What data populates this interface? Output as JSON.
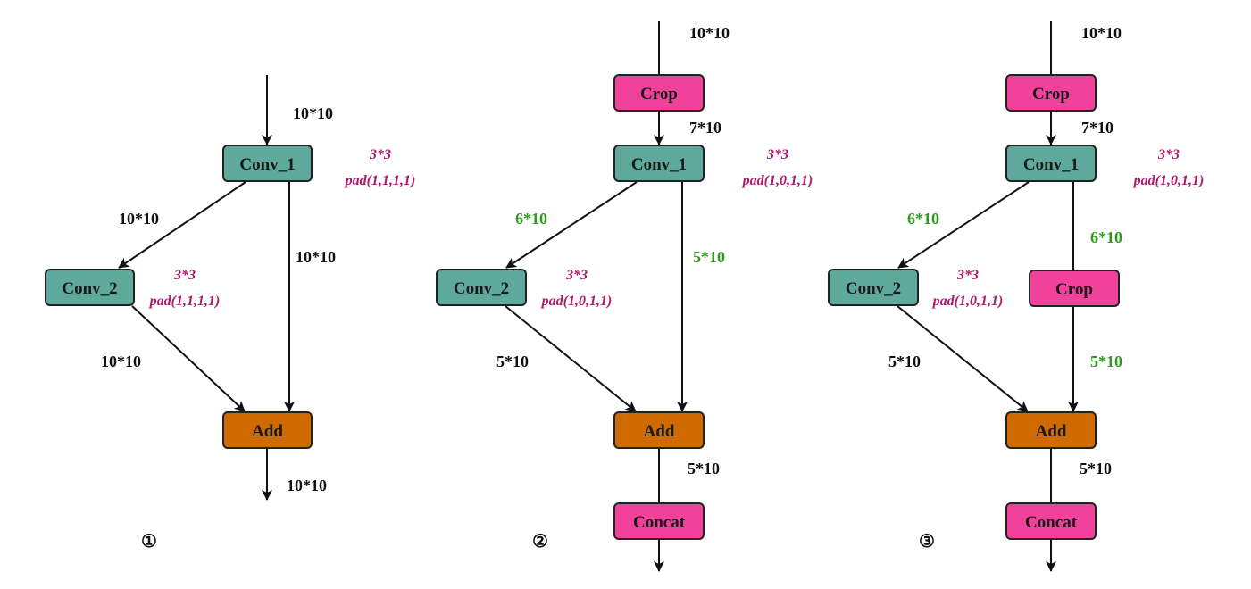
{
  "colors": {
    "conv_fill": "#5fa89c",
    "crop_fill": "#f0429a",
    "add_fill": "#cf6a00",
    "concat_fill": "#f0429a",
    "node_stroke": "#222222",
    "edge": "#111111",
    "dim_text": "#111111",
    "dim_changed_text": "#2e9a1e",
    "param_text": "#b0186e"
  },
  "diagram1": {
    "marker": "①",
    "nodes": {
      "conv1": "Conv_1",
      "conv2": "Conv_2",
      "add": "Add"
    },
    "labels": {
      "input": "10*10",
      "conv1_to_conv2": "10*10",
      "skip": "10*10",
      "conv2_to_add": "10*10",
      "output": "10*10",
      "conv1_kernel": "3*3",
      "conv1_pad": "pad(1,1,1,1)",
      "conv2_kernel": "3*3",
      "conv2_pad": "pad(1,1,1,1)"
    }
  },
  "diagram2": {
    "marker": "②",
    "nodes": {
      "crop": "Crop",
      "conv1": "Conv_1",
      "conv2": "Conv_2",
      "add": "Add",
      "concat": "Concat"
    },
    "labels": {
      "input": "10*10",
      "crop_to_conv1": "7*10",
      "conv1_to_conv2": "6*10",
      "skip": "5*10",
      "conv2_to_add": "5*10",
      "add_to_concat": "5*10",
      "conv1_kernel": "3*3",
      "conv1_pad": "pad(1,0,1,1)",
      "conv2_kernel": "3*3",
      "conv2_pad": "pad(1,0,1,1)"
    }
  },
  "diagram3": {
    "marker": "③",
    "nodes": {
      "crop_top": "Crop",
      "conv1": "Conv_1",
      "conv2": "Conv_2",
      "crop_skip": "Crop",
      "add": "Add",
      "concat": "Concat"
    },
    "labels": {
      "input": "10*10",
      "crop_to_conv1": "7*10",
      "conv1_to_conv2": "6*10",
      "conv1_to_crop": "6*10",
      "crop_to_add": "5*10",
      "conv2_to_add": "5*10",
      "add_to_concat": "5*10",
      "conv1_kernel": "3*3",
      "conv1_pad": "pad(1,0,1,1)",
      "conv2_kernel": "3*3",
      "conv2_pad": "pad(1,0,1,1)"
    }
  }
}
